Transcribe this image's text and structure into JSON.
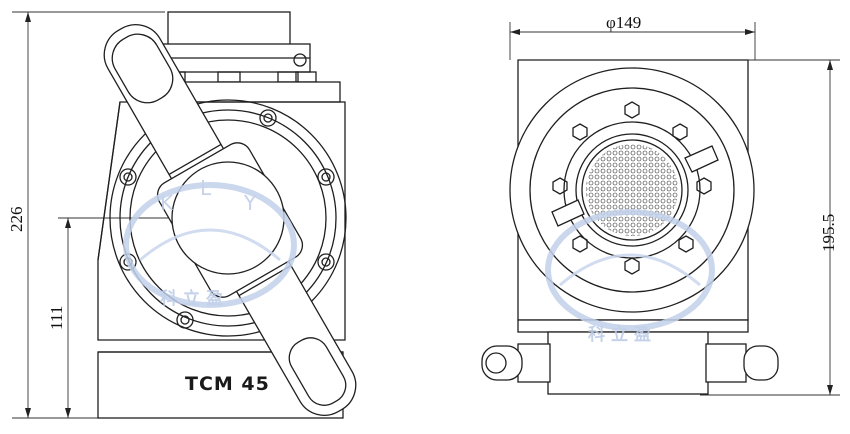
{
  "views": {
    "side": {
      "model_label": "TCM 45",
      "dims": {
        "total_height": "226",
        "center_height": "111"
      }
    },
    "front": {
      "dims": {
        "diameter": "φ149",
        "height": "195.5"
      }
    }
  },
  "watermark": {
    "latin": [
      "K",
      "L",
      "Y"
    ],
    "chinese": "科立盈"
  }
}
